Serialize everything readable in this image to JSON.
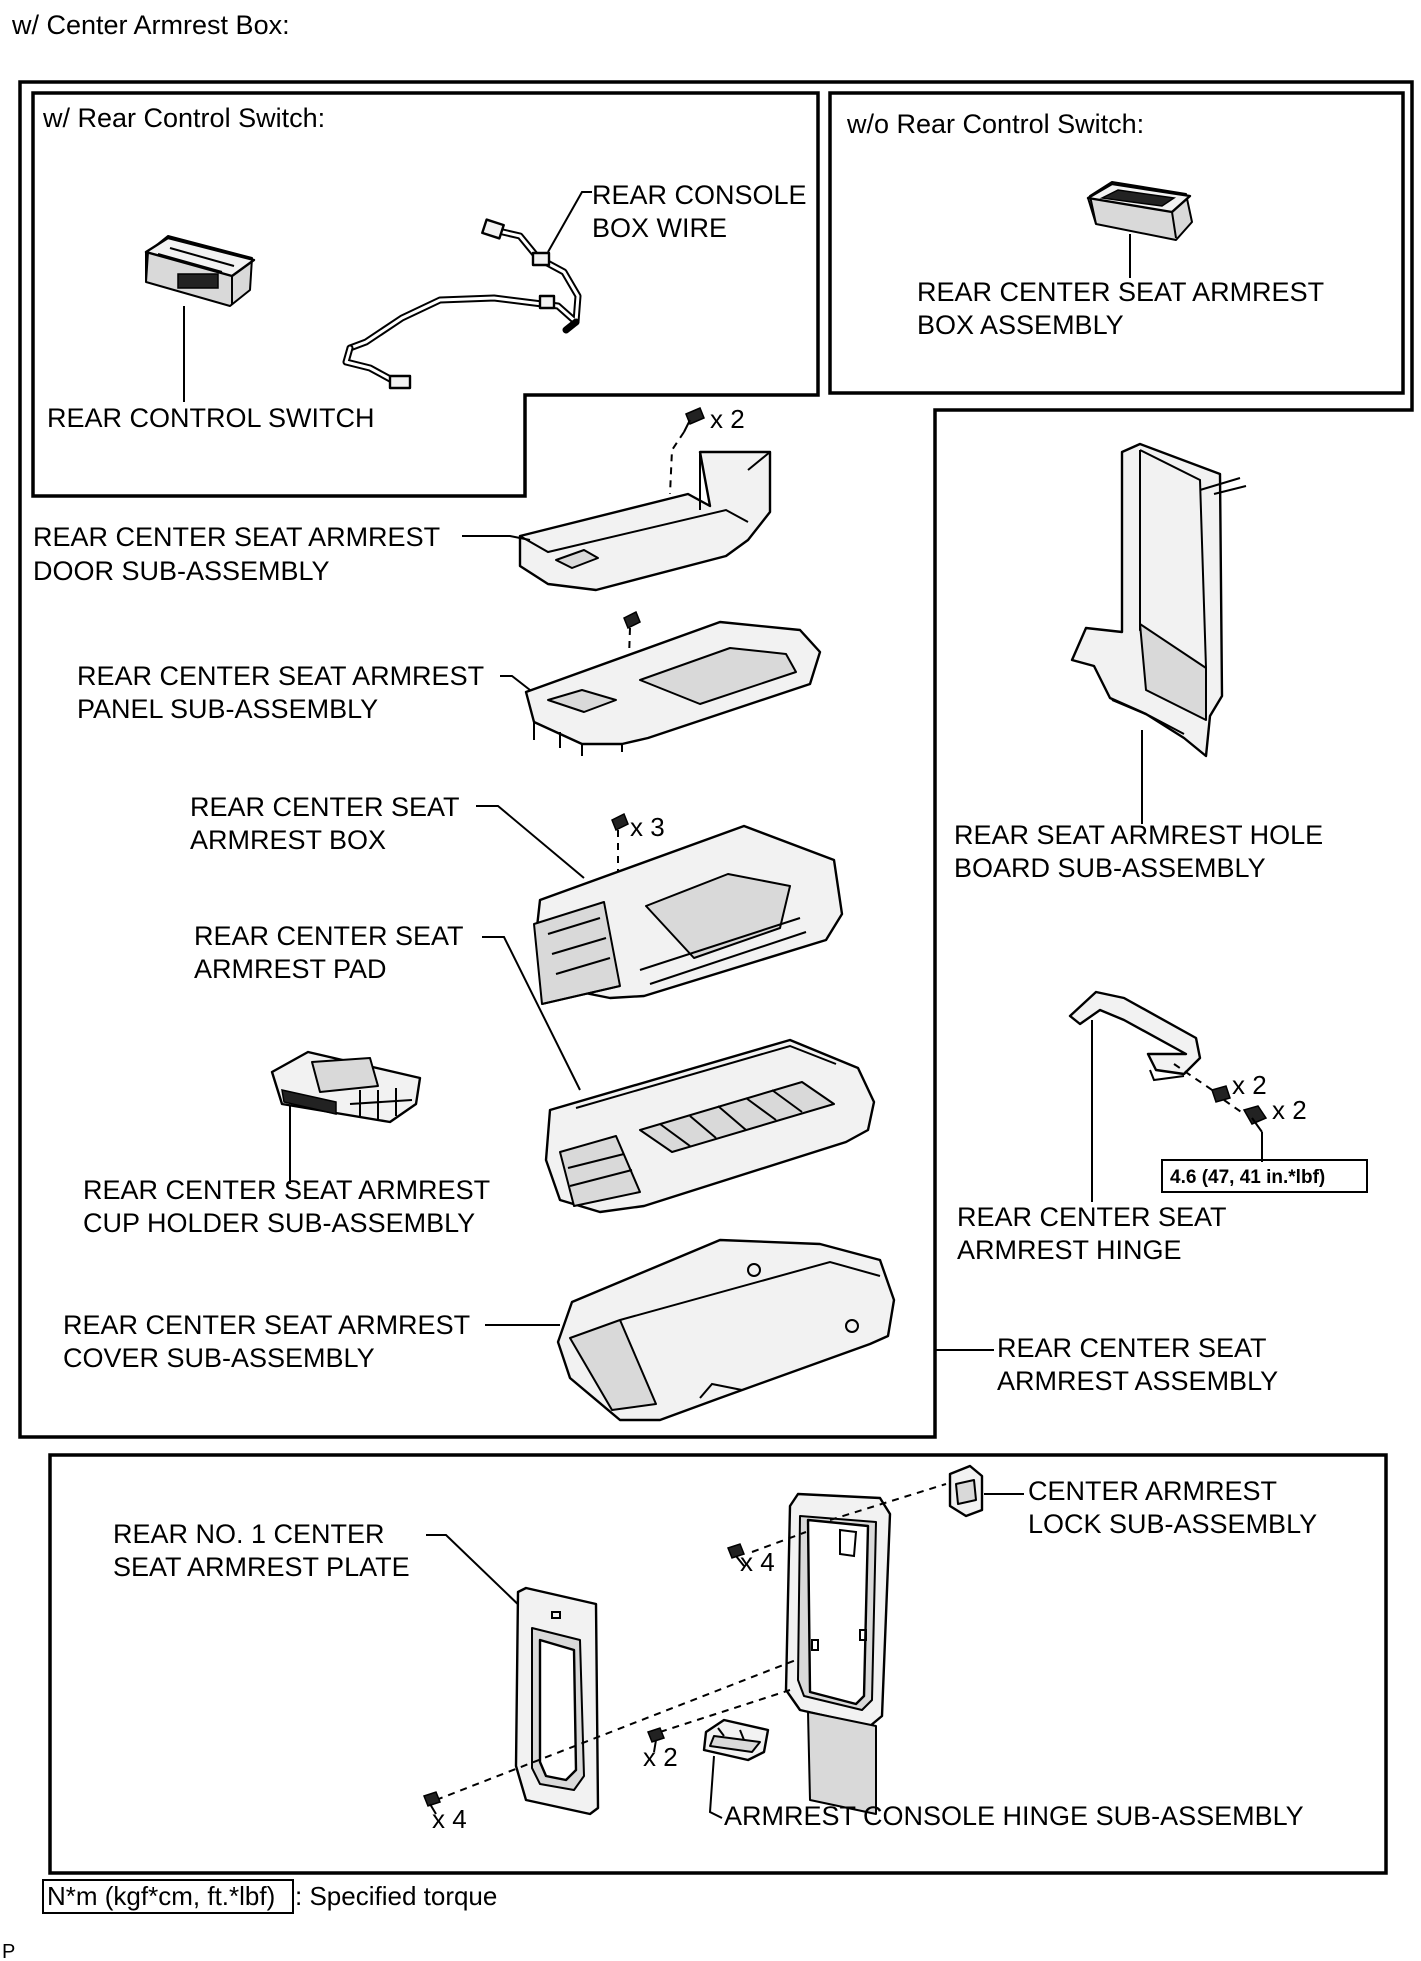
{
  "header": "w/ Center Armrest Box:",
  "panels": {
    "with_switch_title": "w/ Rear Control Switch:",
    "without_switch_title": "w/o Rear Control Switch:"
  },
  "labels": {
    "rear_console_box_wire": [
      "REAR CONSOLE",
      "BOX WIRE"
    ],
    "rear_control_switch": "REAR CONTROL SWITCH",
    "armrest_box_assembly": [
      "REAR CENTER SEAT ARMREST",
      "BOX ASSEMBLY"
    ],
    "door_sub_assembly": [
      "REAR CENTER SEAT ARMREST",
      "DOOR SUB-ASSEMBLY"
    ],
    "panel_sub_assembly": [
      "REAR CENTER SEAT ARMREST",
      "PANEL SUB-ASSEMBLY"
    ],
    "armrest_box": [
      "REAR CENTER SEAT",
      "ARMREST BOX"
    ],
    "armrest_pad": [
      "REAR CENTER SEAT",
      "ARMREST PAD"
    ],
    "cup_holder": [
      "REAR CENTER SEAT ARMREST",
      "CUP HOLDER SUB-ASSEMBLY"
    ],
    "cover_sub_assembly": [
      "REAR CENTER SEAT ARMREST",
      "COVER SUB-ASSEMBLY"
    ],
    "hole_board": [
      "REAR SEAT ARMREST HOLE",
      "BOARD SUB-ASSEMBLY"
    ],
    "armrest_hinge": [
      "REAR CENTER SEAT",
      "ARMREST HINGE"
    ],
    "armrest_assembly": [
      "REAR CENTER SEAT",
      "ARMREST ASSEMBLY"
    ],
    "armrest_plate": [
      "REAR NO. 1 CENTER",
      "SEAT ARMREST PLATE"
    ],
    "lock_sub_assembly": [
      "CENTER ARMREST",
      "LOCK SUB-ASSEMBLY"
    ],
    "console_hinge": "ARMREST CONSOLE HINGE SUB-ASSEMBLY"
  },
  "quantities": {
    "door_screws": "x 2",
    "box_screws": "x 3",
    "hinge_nuts": "x 2",
    "hinge_bolts": "x 2",
    "lock_screws": "x 4",
    "console_hinge_screws": "x 2",
    "plate_screws": "x 4"
  },
  "torque_spec": "4.6 (47, 41 in.*lbf)",
  "legend": {
    "torque_units": "N*m (kgf*cm, ft.*lbf)",
    "description": ": Specified torque"
  },
  "footer_code": "P"
}
